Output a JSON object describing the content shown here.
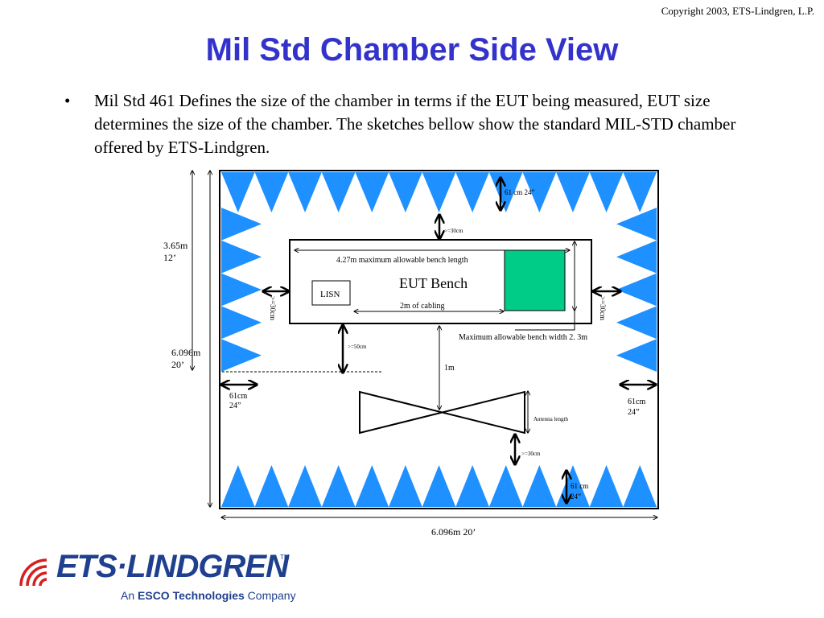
{
  "copyright": "Copyright 2003, ETS-Lindgren, L.P.",
  "title": "Mil Std Chamber Side View",
  "bullet": {
    "marker": "•",
    "text": "Mil Std 461 Defines the size of the chamber in terms if the EUT being measured, EUT size determines the size of the chamber. The sketches bellow show the standard MIL-STD chamber offered by ETS-Lindgren."
  },
  "diagram": {
    "colors": {
      "absorber": "#1e90ff",
      "eut_box": "#00cc88",
      "outline": "#000000"
    },
    "labels": {
      "height_total": [
        "3.65m",
        "12’"
      ],
      "height_inner": [
        "6.096m",
        "20’"
      ],
      "width_total": "6.096m 20’",
      "top_absorber": "61 cm 24”",
      "gap_top": ">=30cm",
      "bench_length": "4.27m maximum allowable bench length",
      "eut_bench": "EUT Bench",
      "lisn": "LISN",
      "cabling": "2m of cabling",
      "gap_left": ">=30cm",
      "gap_right": ">=30cm",
      "bench_width": "Maximum allowable bench width 2. 3m",
      "gap_below": ">=50cm",
      "distance": "1m",
      "left_absorber": [
        "61cm",
        "24”"
      ],
      "right_absorber": [
        "61cm",
        "24”"
      ],
      "antenna_length": "Antenna length",
      "gap_antenna": ">=30cm",
      "bottom_absorber": [
        "61 cm",
        "24”"
      ]
    }
  },
  "logo": {
    "main": "ETS·LINDGREN",
    "tm": "TM",
    "sub_prefix": "An ",
    "sub_bold": "ESCO Technologies",
    "sub_suffix": " Company"
  }
}
